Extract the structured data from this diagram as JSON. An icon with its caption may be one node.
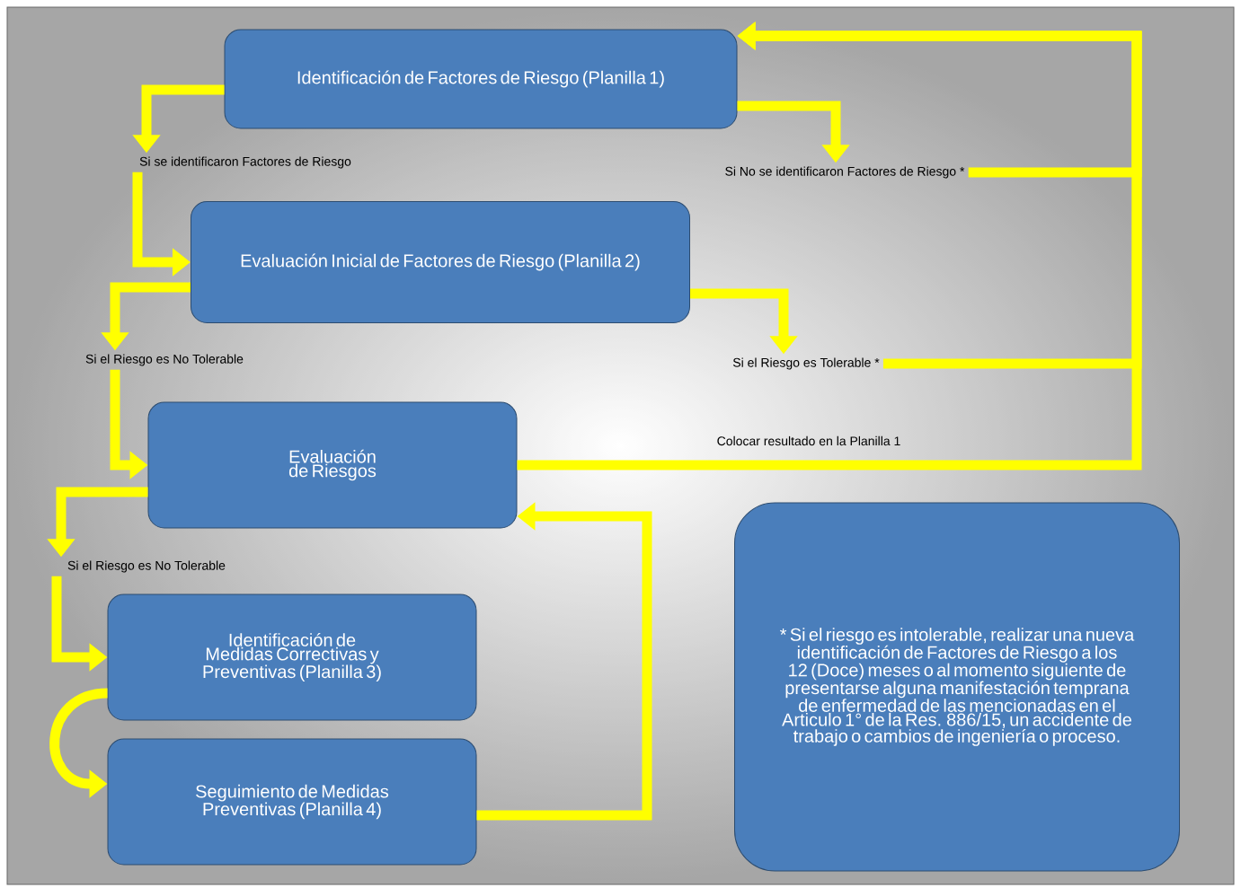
{
  "diagram": {
    "nodes": [
      {
        "text": [
          "Identificación de Factores de Riesgo (Planilla 1)"
        ]
      },
      {
        "text": [
          "Si se identificaron Factores de Riesgo"
        ]
      },
      {
        "text": [
          "Si No se identificaron Factores de Riesgo *"
        ]
      },
      {
        "text": [
          "Evaluación Inicial de Factores de Riesgo (Planilla 2)"
        ]
      },
      {
        "text": [
          "Si el Riesgo es No Tolerable"
        ]
      },
      {
        "text": [
          "Si el Riesgo es Tolerable *"
        ]
      },
      {
        "text": [
          "Evaluación de Riesgos"
        ]
      },
      {
        "text": [
          "Si el Riesgo es No Tolerable"
        ]
      },
      {
        "text": [
          "Identificación de Medidas Correctivas y Preventivas (Planilla 3)"
        ]
      },
      {
        "text": [
          "Seguimiento de Medidas Preventivas (Planilla 4)"
        ]
      },
      {
        "text": [
          "* Si el riesgo es intolerable, realizar una nueva identificación de Factores de Riesgo a los 12 (Doce) meses o al momento siguiente de presentarse alguna manifestación temprana de enfermedad de las mencionadas en el Articulo 1° de la Res. 886/15, un accidente de trabajo o cambios de ingeniería o proceso."
        ]
      }
    ],
    "edges": [
      {
        "from": 0,
        "to": 1,
        "arrow": "to"
      },
      {
        "from": 1,
        "to": 3,
        "arrow": "to"
      },
      {
        "from": 0,
        "to": 2,
        "arrow": "to"
      },
      {
        "from": 2,
        "to": 0,
        "arrow": "to"
      },
      {
        "from": 3,
        "to": 4,
        "arrow": "to"
      },
      {
        "from": 3,
        "to": 5,
        "arrow": "to"
      },
      {
        "from": 5,
        "to": 0,
        "arrow": "to"
      },
      {
        "from": 6,
        "to": 0,
        "arrow": "to",
        "label": "Colocar resultado en la Planilla 1"
      },
      {
        "from": 4,
        "to": 6,
        "arrow": "to"
      },
      {
        "from": 6,
        "to": 7,
        "arrow": "to"
      },
      {
        "from": 7,
        "to": 8,
        "arrow": "to"
      },
      {
        "from": 8,
        "to": 9,
        "arrow": "to"
      },
      {
        "from": 9,
        "to": 6,
        "arrow": "to"
      }
    ]
  }
}
